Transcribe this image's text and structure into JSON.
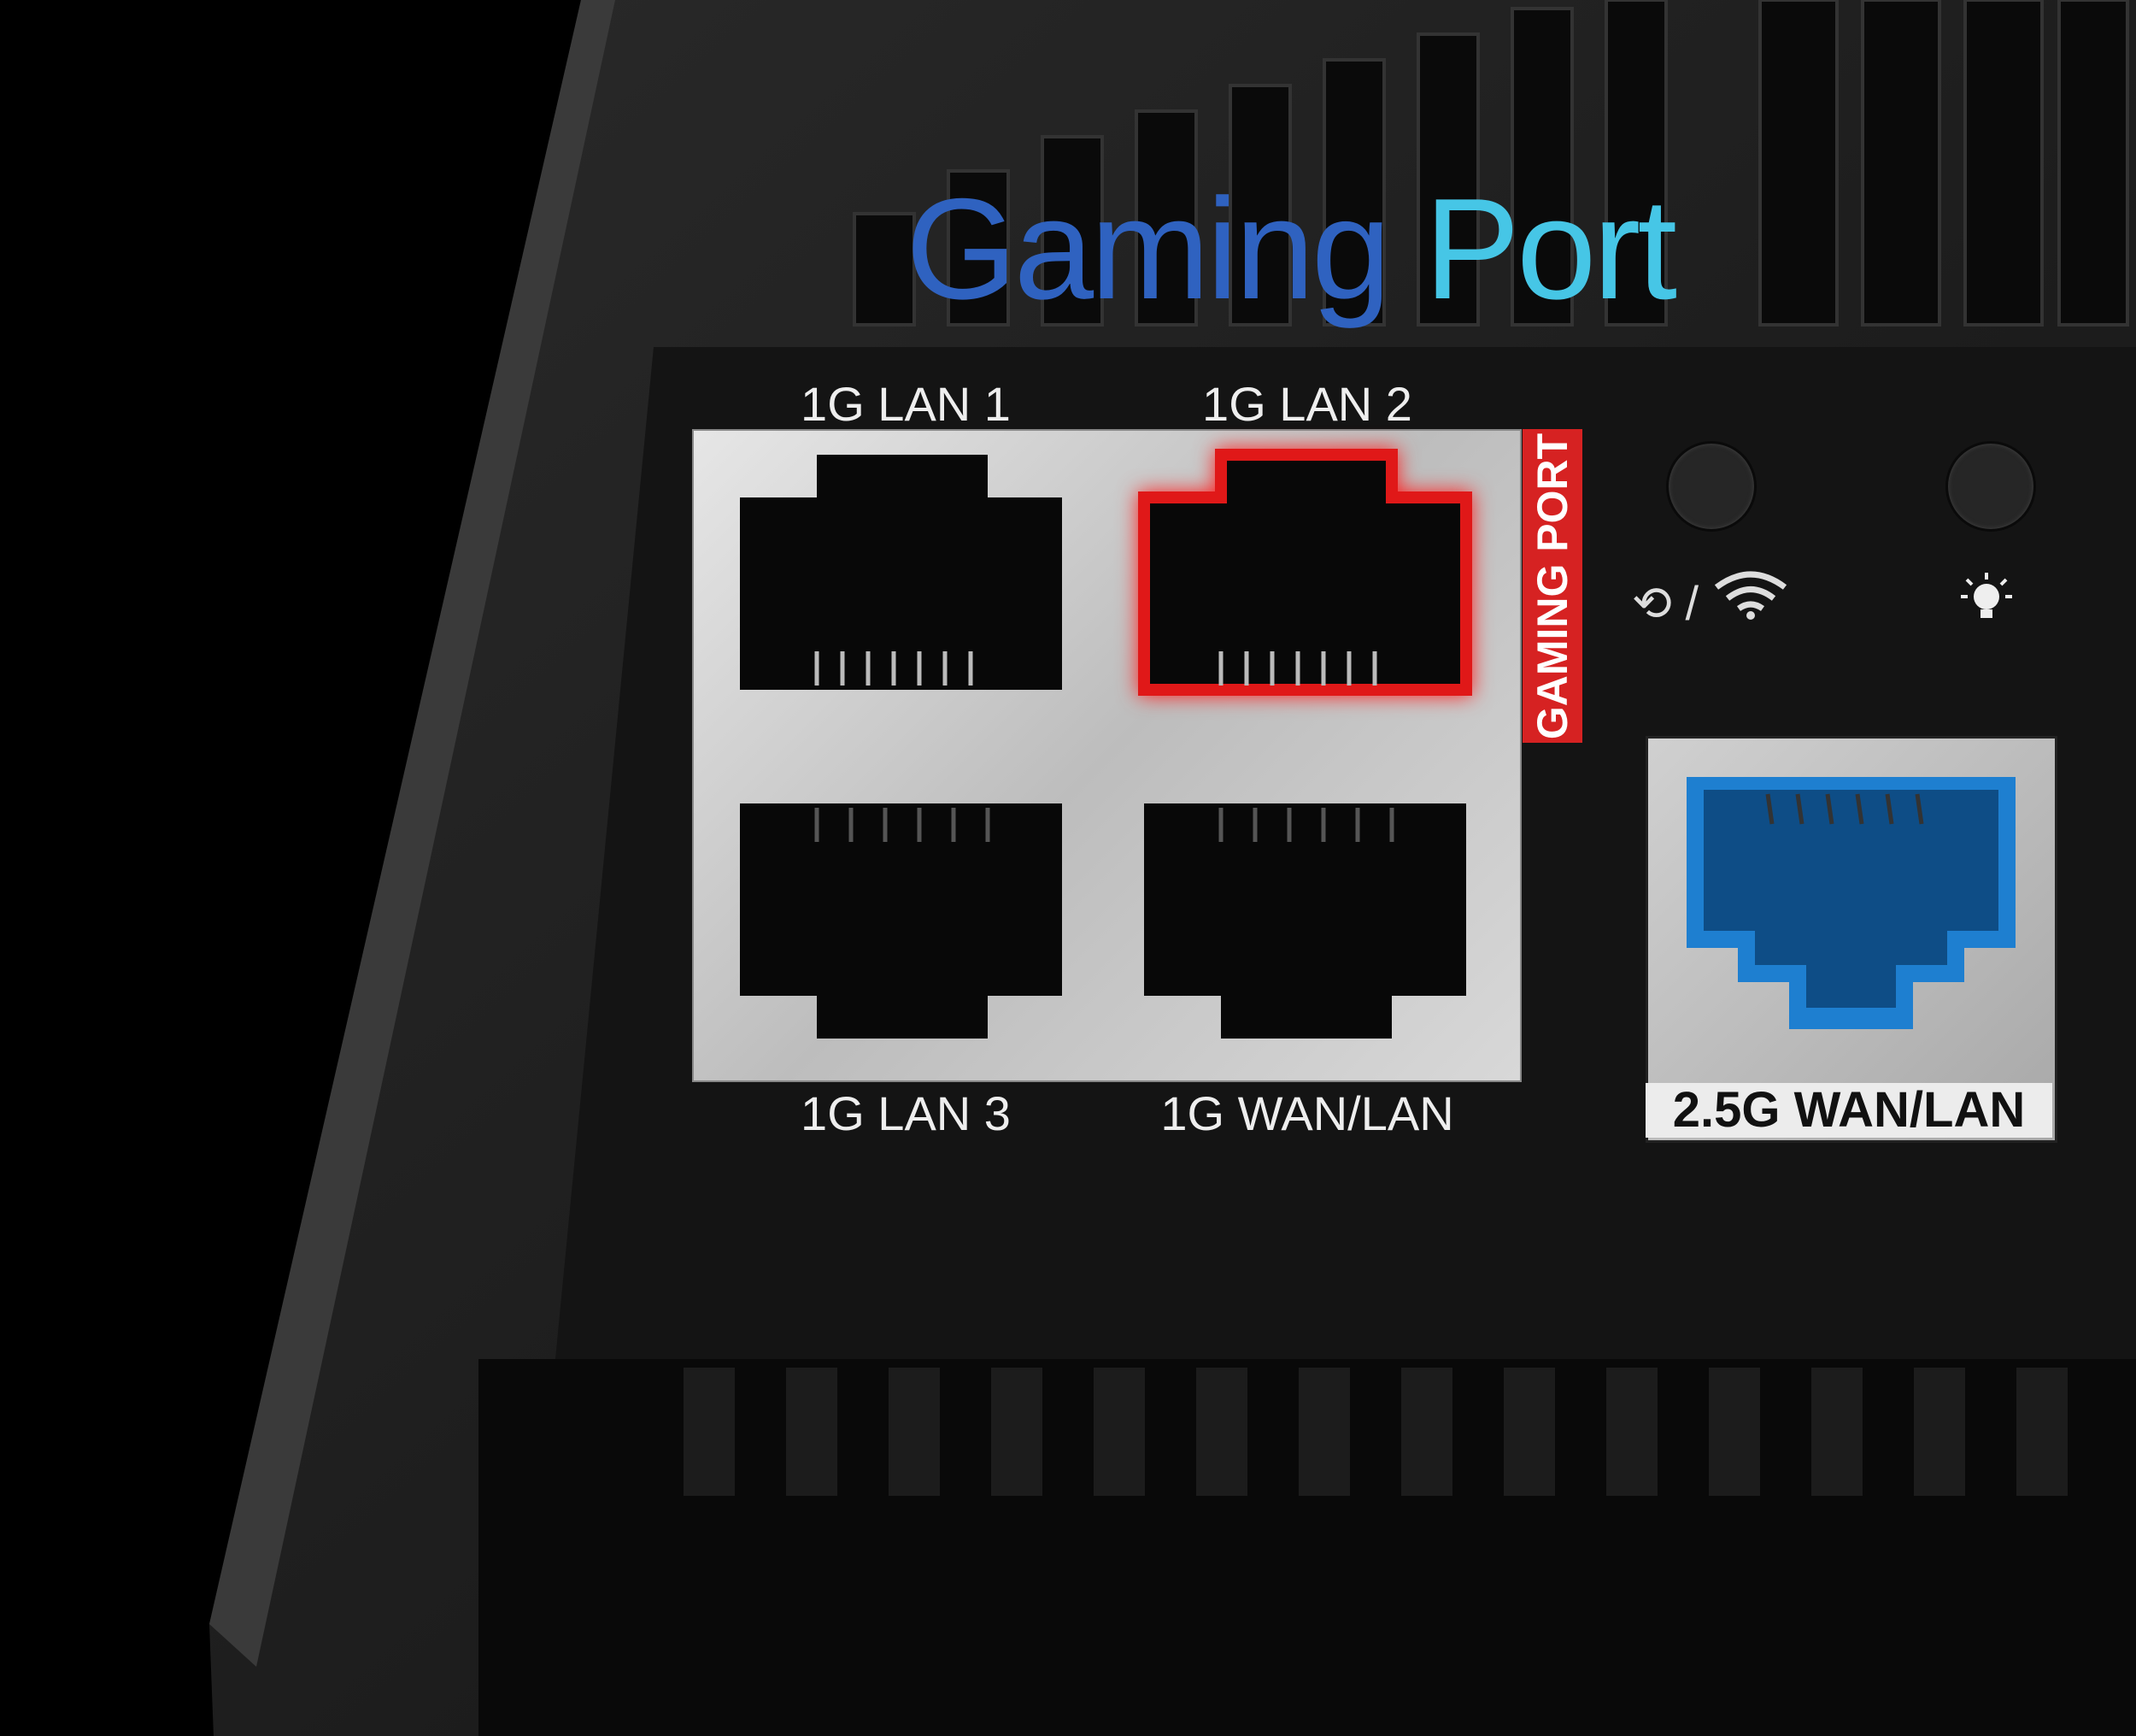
{
  "title": {
    "word1": "Gaming",
    "word2": "Port"
  },
  "ports": {
    "lan1": "1G LAN 1",
    "lan2": "1G LAN 2",
    "lan3": "1G LAN 3",
    "wanlan": "1G WAN/LAN",
    "wan25": "2.5G WAN/LAN"
  },
  "gaming_badge": "GAMING PORT",
  "icons": {
    "wps_wifi": "wps-wifi-icon",
    "led": "led-bulb-icon",
    "slash": "/"
  },
  "colors": {
    "highlight": "#e01818",
    "blue_port": "#1e7fd0",
    "title_blue": "#2f62c0",
    "title_cyan": "#46c6e6"
  }
}
